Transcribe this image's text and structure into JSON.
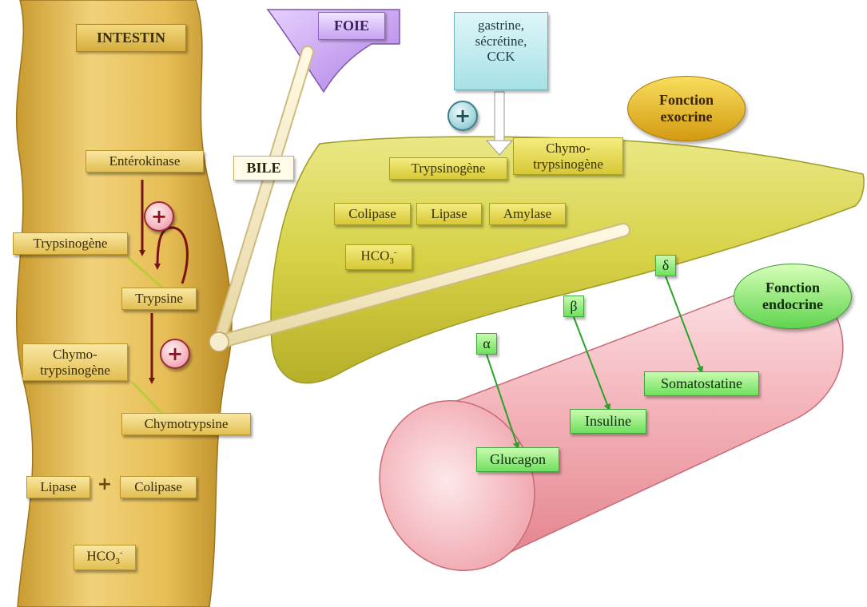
{
  "intestine": {
    "title": "INTESTIN",
    "enterokinase": "Entérokinase",
    "trypsinogene": "Trypsinogène",
    "trypsine": "Trypsine",
    "chymo_line1": "Chymo-",
    "chymo_line2": "trypsinogène",
    "chymotrypsine": "Chymotrypsine",
    "lipase": "Lipase",
    "plus_sign": "+",
    "colipase": "Colipase",
    "hco3_base": "HCO",
    "hco3_sub": "3",
    "hco3_sup": "-"
  },
  "liver": {
    "label": "FOIE"
  },
  "bile": {
    "label": "BILE"
  },
  "hormones": {
    "line1": "gastrine,",
    "line2": "sécrétine,",
    "line3": "CCK"
  },
  "stimulation_sign": "+",
  "exocrine": {
    "line1": "Fonction",
    "line2": "exocrine",
    "trypsinogene": "Trypsinogène",
    "chymo_line1": "Chymo-",
    "chymo_line2": "trypsinogène",
    "colipase": "Colipase",
    "lipase": "Lipase",
    "amylase": "Amylase",
    "hco3_base": "HCO",
    "hco3_sub": "3",
    "hco3_sup": "-"
  },
  "endocrine": {
    "line1": "Fonction",
    "line2": "endocrine",
    "alpha": "α",
    "beta": "β",
    "delta": "δ",
    "glucagon": "Glucagon",
    "insuline": "Insuline",
    "somatostatine": "Somatostatine"
  },
  "colors": {
    "intestine": "#e8c25a",
    "pancreas": "#d8d33a",
    "liver": "#c79bf0",
    "islet_cylinder": "#f29aa3",
    "hormone_box": "#bfe8ec",
    "endocrine_label": "#7de36a",
    "arrow_dark_red": "#7a1414",
    "arrow_green": "#2aa32a"
  }
}
